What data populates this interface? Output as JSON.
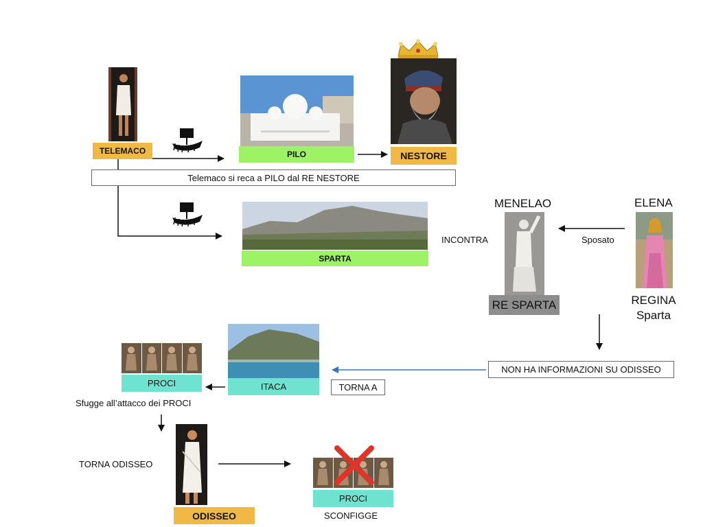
{
  "nodes": {
    "telemaco": "TELEMACO",
    "pilo": "PILO",
    "nestore": "NESTORE",
    "sparta": "SPARTA",
    "menelao": "MENELAO",
    "re_sparta": "RE SPARTA",
    "elena": "ELENA",
    "regina": "REGINA",
    "regina_sub": "Sparta",
    "itaca": "ITACA",
    "proci_1": "PROCI",
    "odisseo": "ODISSEO",
    "proci_2": "PROCI"
  },
  "annotations": {
    "caption": "Telemaco si reca a PILO dal RE NESTORE",
    "incontra": "INCONTRA",
    "sposato": "Sposato",
    "no_info": "NON HA INFORMAZIONI SU ODISSEO",
    "torna_a": "TORNA A",
    "sfugge": "Sfugge all’attacco dei PROCI",
    "torna_odisseo": "TORNA ODISSEO",
    "sconfigge": "SCONFIGGE"
  },
  "colors": {
    "orange": "#f0b945",
    "green": "#9ef265",
    "teal": "#6fe3cf",
    "gray": "#8d8d8d",
    "blue_arrow": "#3a74b4",
    "cross": "#e0342a"
  },
  "icons": [
    "ship-icon",
    "crown-icon",
    "cross-icon"
  ]
}
